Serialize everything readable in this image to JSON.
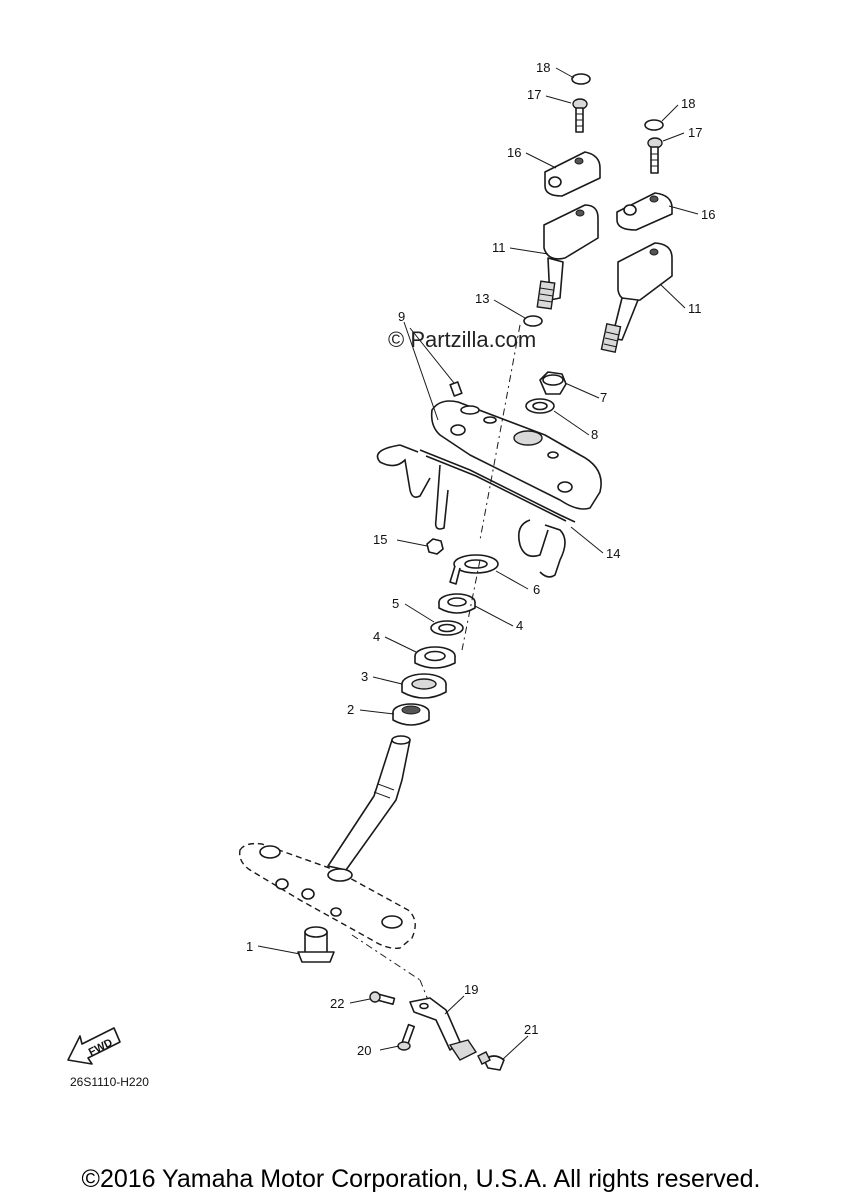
{
  "watermark": "© Partzilla.com",
  "diagram_code": "26S1110-H220",
  "fwd_label": "FWD",
  "copyright": "©2016 Yamaha Motor Corporation, U.S.A. All rights reserved.",
  "callouts": {
    "c1": "1",
    "c2": "2",
    "c3": "3",
    "c4a": "4",
    "c4b": "4",
    "c5": "5",
    "c6": "6",
    "c7": "7",
    "c8": "8",
    "c9": "9",
    "c11a": "11",
    "c11b": "11",
    "c13": "13",
    "c14": "14",
    "c15": "15",
    "c16a": "16",
    "c16b": "16",
    "c17a": "17",
    "c17b": "17",
    "c18a": "18",
    "c18b": "18",
    "c19": "19",
    "c20": "20",
    "c21": "21",
    "c22": "22"
  }
}
